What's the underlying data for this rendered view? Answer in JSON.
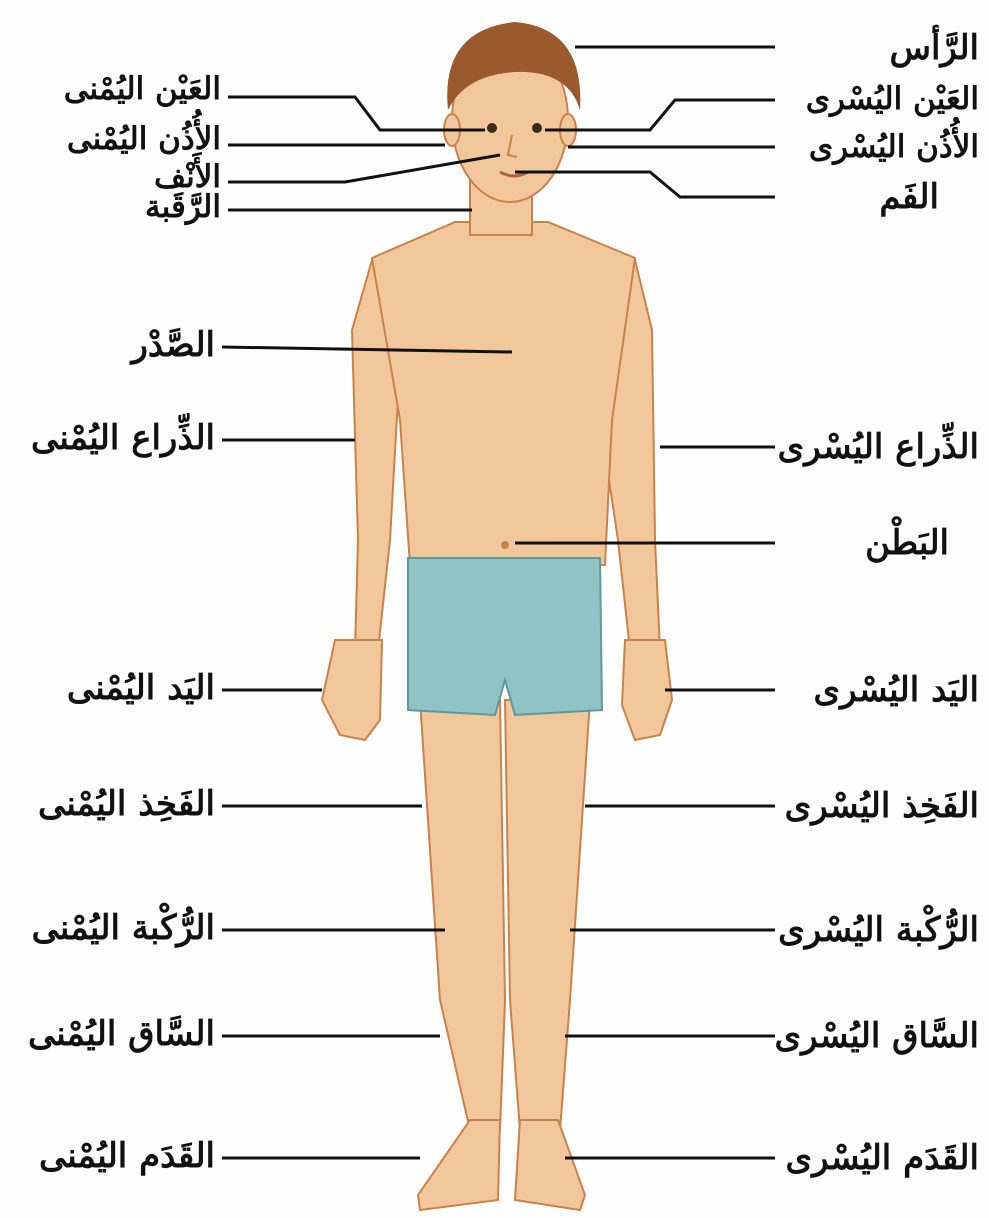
{
  "colors": {
    "skin": "#f2c79c",
    "skin_shade": "#d9955f",
    "hair": "#9a5a2c",
    "shorts": "#8fc3c4",
    "line": "#111111",
    "harakat": "#e0306a"
  },
  "labels": {
    "head": "الرَّأس",
    "left_eye": "العَيْن اليُسْرى",
    "left_ear": "الأُذُن اليُسْرى",
    "mouth": "الفَم",
    "right_eye": "العَيْن اليُمْنى",
    "right_ear": "الأُذُن اليُمْنى",
    "nose": "الأَنْف",
    "neck": "الرَّقَبة",
    "chest": "الصَّدْر",
    "right_arm": "الذِّراع اليُمْنى",
    "left_arm": "الذِّراع اليُسْرى",
    "belly": "البَطْن",
    "right_hand": "اليَد اليُمْنى",
    "left_hand": "اليَد اليُسْرى",
    "right_thigh": "الفَخِذ اليُمْنى",
    "left_thigh": "الفَخِذ اليُسْرى",
    "right_knee": "الرُّكْبة اليُمْنى",
    "left_knee": "الرُّكْبة اليُسْرى",
    "right_shin": "السَّاق اليُمْنى",
    "left_shin": "السَّاق اليُسْرى",
    "right_foot": "القَدَم اليُمْنى",
    "left_foot": "القَدَم اليُسْرى"
  }
}
